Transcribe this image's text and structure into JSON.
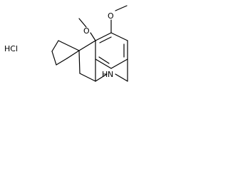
{
  "molecule": {
    "atoms": {
      "salt": "HCl",
      "methoxy_top": "O",
      "methoxy_left": "O",
      "amine": "N",
      "amine_h": "H"
    },
    "colors": {
      "bond": "#000000",
      "label": "#000000",
      "background": "#ffffff"
    }
  }
}
